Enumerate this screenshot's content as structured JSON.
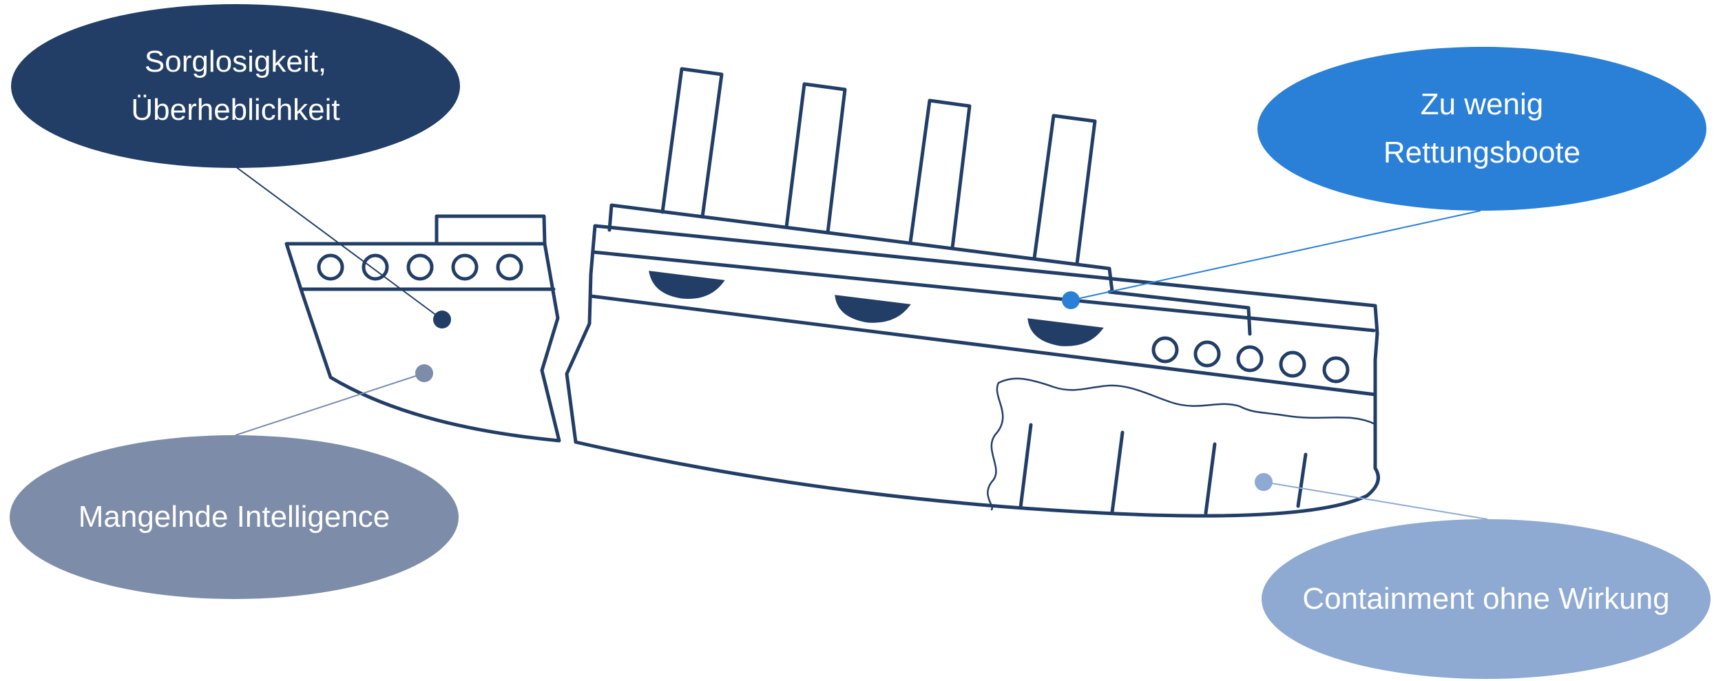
{
  "colors": {
    "ship_stroke": "#223e66",
    "dark_navy": "#223e66",
    "bright_blue": "#2a7fd7",
    "slate": "#7d8ca8",
    "light_blue": "#8ea9d2"
  },
  "callouts": [
    {
      "id": "sorglosigkeit",
      "lines": [
        "Sorglosigkeit,",
        "Überheblichkeit"
      ],
      "color": "#223e66"
    },
    {
      "id": "rettungsboote",
      "lines": [
        "Zu wenig",
        "Rettungsboote"
      ],
      "color": "#2a7fd7"
    },
    {
      "id": "intelligence",
      "lines": [
        "Mangelnde Intelligence"
      ],
      "color": "#7d8ca8"
    },
    {
      "id": "containment",
      "lines": [
        "Containment ohne Wirkung"
      ],
      "color": "#8ea9d2"
    }
  ]
}
